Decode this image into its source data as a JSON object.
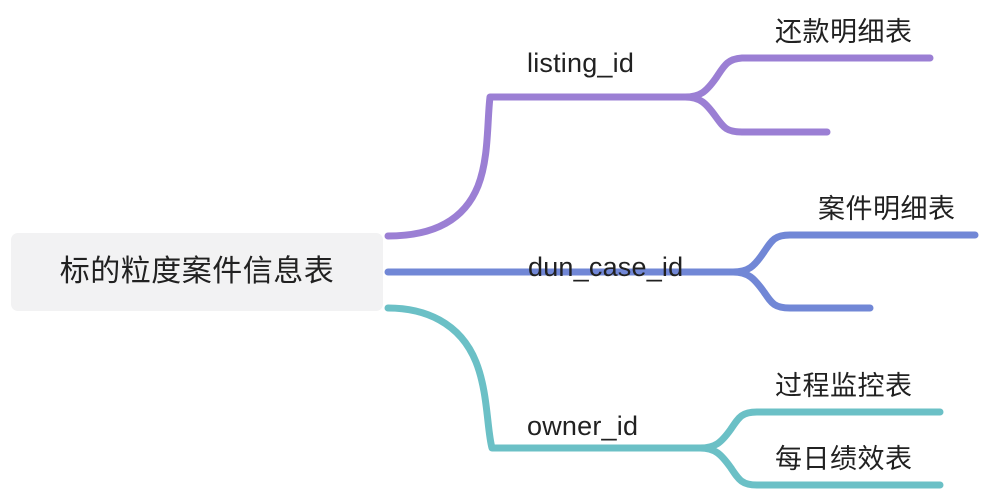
{
  "diagram": {
    "type": "mindmap",
    "orientation": "left-to-right",
    "background_color": "#ffffff",
    "root": {
      "label": "标的粒度案件信息表",
      "background_color": "#f2f2f3",
      "text_color": "#212121"
    },
    "branches": [
      {
        "id": "listing",
        "label": "listing_id",
        "color": "#9b7fd4",
        "children": [
          {
            "id": "repayment-detail",
            "label": "还款明细表"
          },
          {
            "id": "listing-unlabeled",
            "label": ""
          }
        ]
      },
      {
        "id": "dun-case",
        "label": "dun_case_id",
        "color": "#7187d6",
        "children": [
          {
            "id": "case-detail",
            "label": "案件明细表"
          },
          {
            "id": "dun-case-unlabeled",
            "label": ""
          }
        ]
      },
      {
        "id": "owner",
        "label": "owner_id",
        "color": "#6bc0c6",
        "children": [
          {
            "id": "process-monitor",
            "label": "过程监控表"
          },
          {
            "id": "daily-performance",
            "label": "每日绩效表"
          }
        ]
      }
    ]
  }
}
